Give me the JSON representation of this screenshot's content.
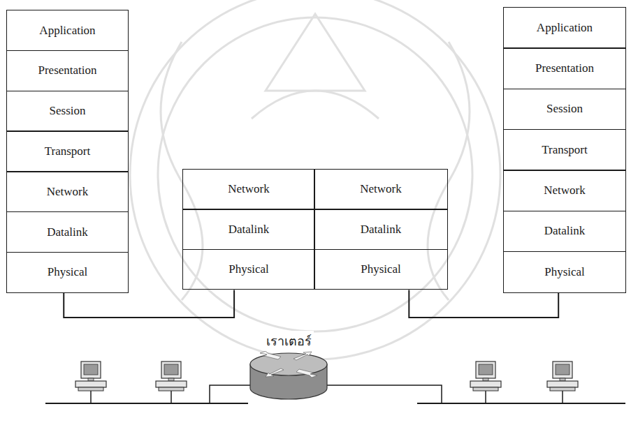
{
  "diagram": {
    "nodes": [
      {
        "text": [
          "Application"
        ]
      },
      {
        "text": [
          "Presentation"
        ]
      },
      {
        "text": [
          "Session"
        ]
      },
      {
        "text": [
          "Transport"
        ]
      },
      {
        "text": [
          "Network"
        ]
      },
      {
        "text": [
          "Datalink"
        ]
      },
      {
        "text": [
          "Physical"
        ]
      },
      {
        "text": [
          "Network"
        ]
      },
      {
        "text": [
          "Datalink"
        ]
      },
      {
        "text": [
          "Physical"
        ]
      },
      {
        "text": [
          "Network"
        ]
      },
      {
        "text": [
          "Datalink"
        ]
      },
      {
        "text": [
          "Physical"
        ]
      },
      {
        "text": [
          "Application"
        ]
      },
      {
        "text": [
          "Presentation"
        ]
      },
      {
        "text": [
          "Session"
        ]
      },
      {
        "text": [
          "Transport"
        ]
      },
      {
        "text": [
          "Network"
        ]
      },
      {
        "text": [
          "Datalink"
        ]
      },
      {
        "text": [
          "Physical"
        ]
      }
    ],
    "edges": [
      {
        "from": 6,
        "to": 9,
        "arrow": "none"
      },
      {
        "from": 12,
        "to": 19,
        "arrow": "none"
      }
    ],
    "labels": [
      "เราเตอร์"
    ]
  }
}
